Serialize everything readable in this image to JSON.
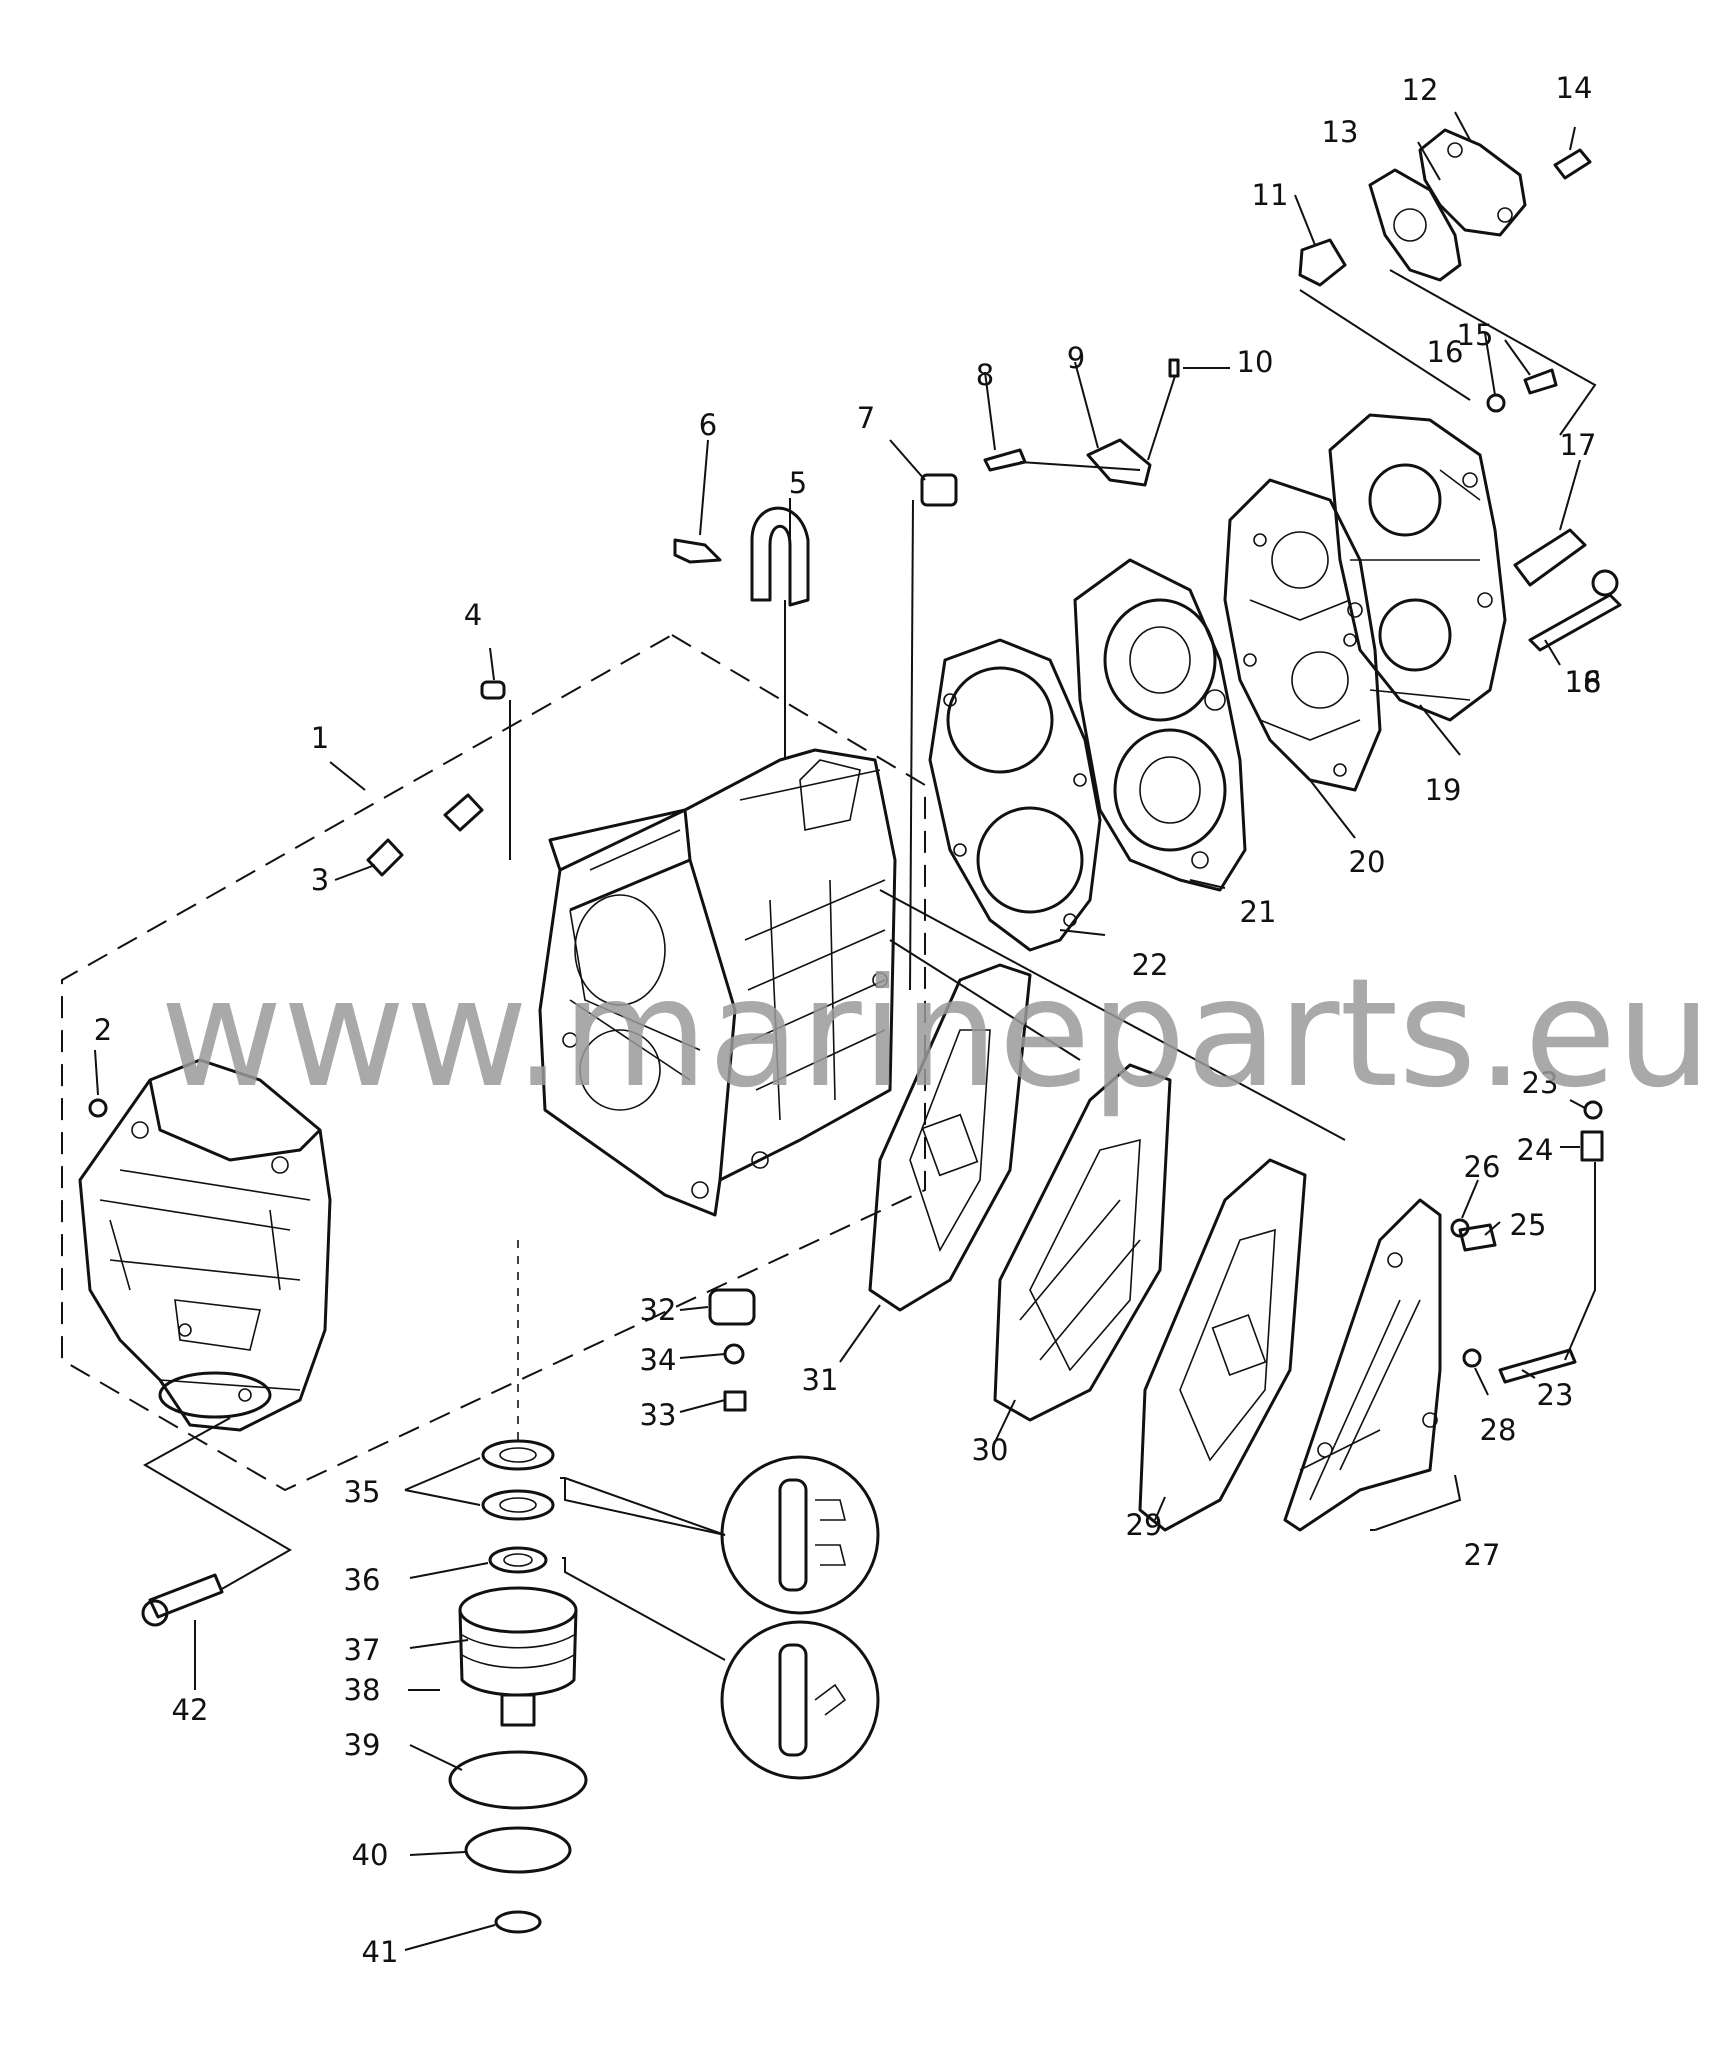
{
  "watermark": "www.marineparts.eu",
  "callouts": [
    "1",
    "2",
    "3",
    "4",
    "5",
    "6",
    "7",
    "8",
    "9",
    "10",
    "11",
    "12",
    "13",
    "14",
    "15",
    "16",
    "16",
    "17",
    "18",
    "19",
    "20",
    "21",
    "22",
    "23",
    "23",
    "24",
    "25",
    "26",
    "27",
    "28",
    "29",
    "30",
    "31",
    "32",
    "33",
    "34",
    "35",
    "36",
    "37",
    "38",
    "39",
    "40",
    "41",
    "42"
  ],
  "colors": {
    "ink": "#111111",
    "watermark": "#9a9a9a",
    "background": "#ffffff"
  }
}
